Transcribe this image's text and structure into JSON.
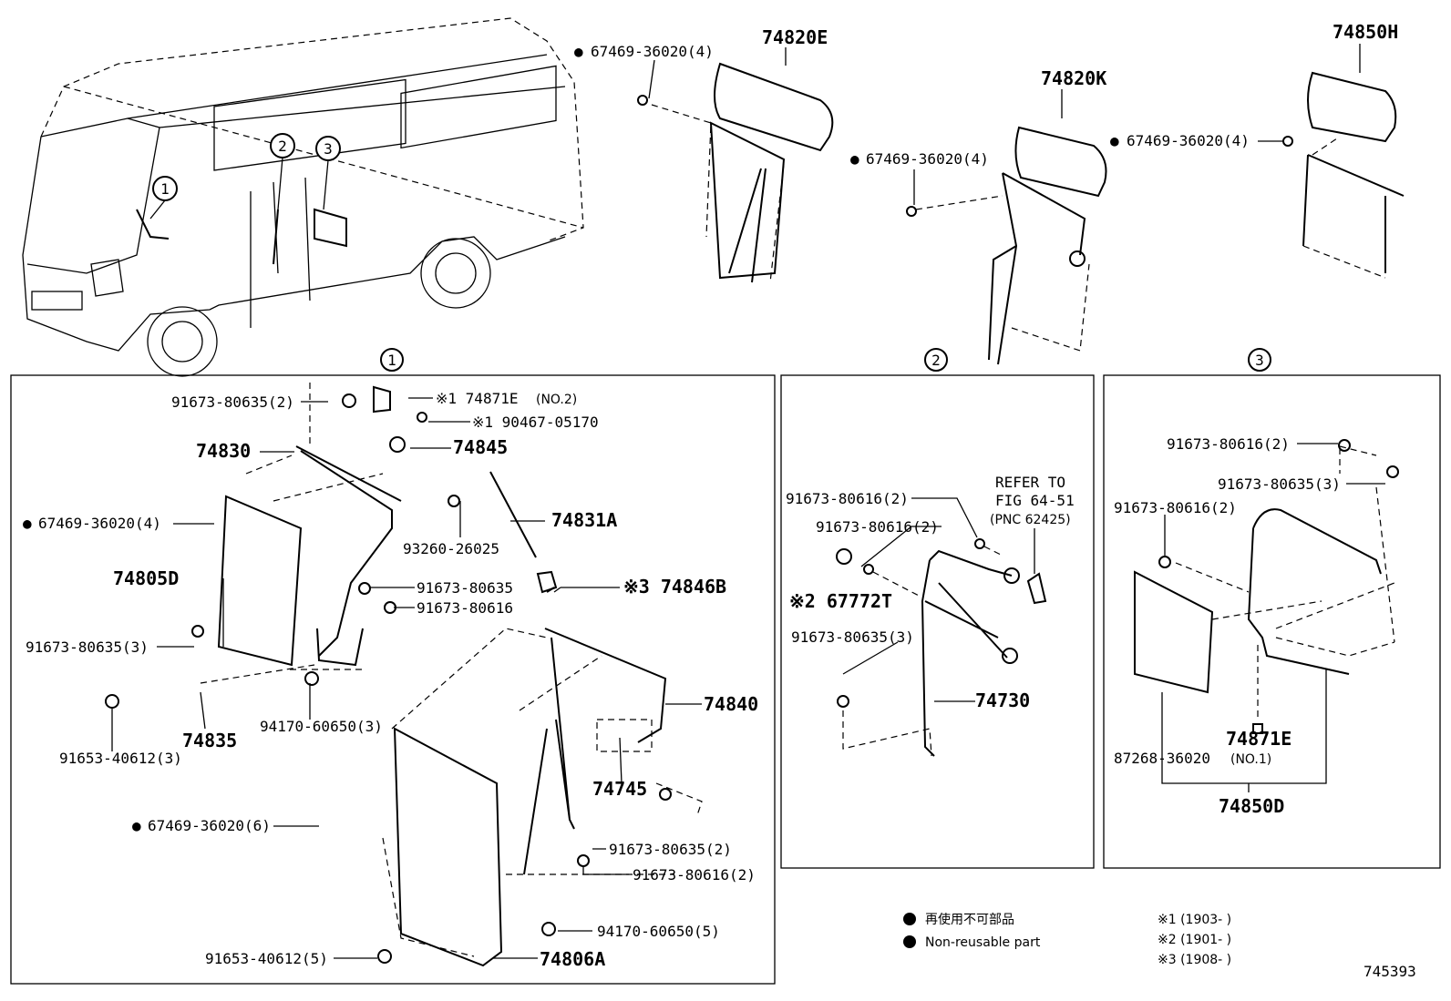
{
  "bullet_symbol": "●",
  "top_views": {
    "bus_callouts": [
      "1",
      "2",
      "3"
    ],
    "view1": {
      "bullet_label": "67469-36020(4)",
      "part_label": "74820E"
    },
    "view2": {
      "bullet_label": "67469-36020(4)",
      "part_label": "74820K"
    },
    "view3": {
      "bullet_label": "67469-36020(4)",
      "part_label": "74850H"
    }
  },
  "panel_circles": [
    "1",
    "2",
    "3"
  ],
  "panel1": {
    "labels": {
      "p91673_80635_2a": "91673-80635(2)",
      "p74871E": "※1 74871E",
      "p74871E_sub": "(NO.2)",
      "p90467": "※1 90467-05170",
      "p74830": "74830",
      "p74845": "74845",
      "p67469_4": "67469-36020(4)",
      "p93260": "93260-26025",
      "p74831A": "74831A",
      "p74805D": "74805D",
      "p91673_80635a": "91673-80635",
      "p74846B": "※3 74846B",
      "p91673_80616a": "91673-80616",
      "p91673_80635_3": "91673-80635(3)",
      "p74840": "74840",
      "p94170_3": "94170-60650(3)",
      "p74835": "74835",
      "p91653_3": "91653-40612(3)",
      "p74745": "74745",
      "p67469_6": "67469-36020(6)",
      "p91673_80635_2b": "91673-80635(2)",
      "p91673_80616_2": "91673-80616(2)",
      "p94170_5": "94170-60650(5)",
      "p91653_5": "91653-40612(5)",
      "p74806A": "74806A"
    }
  },
  "panel2": {
    "labels": {
      "refer1": "REFER TO",
      "refer2": "FIG 64-51",
      "refer3": "(PNC 62425)",
      "p91673_80616_2a": "91673-80616(2)",
      "p91673_80616_2b": "91673-80616(2)",
      "p67772T": "※2 67772T",
      "p91673_80635_3": "91673-80635(3)",
      "p74730": "74730"
    }
  },
  "panel3": {
    "labels": {
      "p91673_80616_2a": "91673-80616(2)",
      "p91673_80635_3": "91673-80635(3)",
      "p91673_80616_2b": "91673-80616(2)",
      "p74871E": "74871E",
      "p74871E_sub": "(NO.1)",
      "p87268": "87268-36020",
      "p74850D": "74850D"
    }
  },
  "legend": {
    "jp": "再使用不可部品",
    "en": "Non-reusable part",
    "notes": [
      "※1 (1903-    )",
      "※2 (1901-    )",
      "※3 (1908-    )"
    ]
  },
  "figure_number": "745393"
}
